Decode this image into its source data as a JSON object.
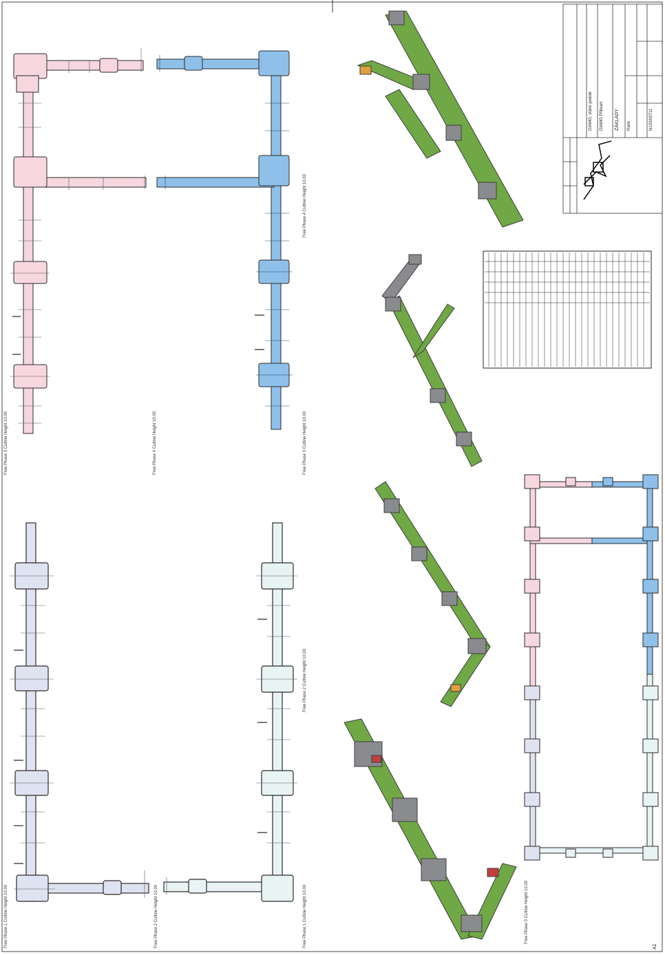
{
  "sheet": {
    "id": "A1"
  },
  "plans": [
    {
      "label": "Free Phase 3  Cutline Height  10.00"
    },
    {
      "label": "Free Phase 4  Cutline Height  10.00"
    },
    {
      "label": "Free Phase 4  Cutline Height  10.00"
    },
    {
      "label": "Free Phase 3  Cutline Height  10.00"
    },
    {
      "label": "Free Phase 1  Cutline Height  10.00"
    },
    {
      "label": "Free Phase 2  Cutline Height  10.00"
    },
    {
      "label": "Free Phase 2  Cutline Height  10.00"
    },
    {
      "label": "Free Phase 1  Cutline Height  10.00"
    },
    {
      "label": "Free Phase 0  Cutline Height  10.00"
    }
  ],
  "title_block": {
    "client": "DIAMO, státní podnik",
    "location": "DIAMO Příbram",
    "title": "ZÁKLADY",
    "subtitle": "Rastr",
    "drawing_number": "N120/00711"
  },
  "colors": {
    "phase1": "#e8f3f3",
    "phase2": "#dfe3f1",
    "phase3": "#f6d6df",
    "phase4": "#8ec0ea",
    "slab": "#6fa845",
    "block": "#8a8b8e",
    "line": "#2a2a2a"
  }
}
